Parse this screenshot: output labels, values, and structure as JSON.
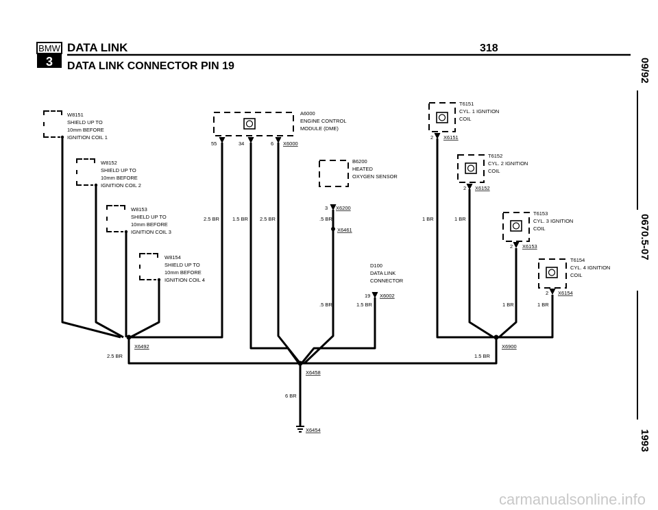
{
  "header": {
    "badge_top": "BMW",
    "badge_bottom": "3",
    "title": "DATA LINK",
    "page_number": "318",
    "subtitle": "DATA LINK CONNECTOR PIN 19"
  },
  "side_text": {
    "date": "09/92",
    "doc_code": "0670.5-07",
    "year": "1993"
  },
  "shields": {
    "w8151": [
      "W8151",
      "SHIELD UP TO",
      "10mm BEFORE",
      "IGNITION COIL 1"
    ],
    "w8152": [
      "W8152",
      "SHIELD UP TO",
      "10mm BEFORE",
      "IGNITION COIL 2"
    ],
    "w8153": [
      "W8153",
      "SHIELD UP TO",
      "10mm BEFORE",
      "IGNITION COIL 3"
    ],
    "w8154": [
      "W8154",
      "SHIELD UP TO",
      "10mm BEFORE",
      "IGNITION COIL 4"
    ]
  },
  "components": {
    "a6000": {
      "id": "A6000",
      "line1": "ENGINE CONTROL",
      "line2": "MODULE (DME)",
      "pin_55": "55",
      "pin_34": "34",
      "pin_6": "6",
      "connector": "X6000"
    },
    "b6200": {
      "id": "B6200",
      "line1": "HEATED",
      "line2": "OXYGEN SENSOR",
      "pin": "3",
      "connector": "X6200"
    },
    "d100": {
      "id": "D100",
      "line1": "DATA LINK",
      "line2": "CONNECTOR",
      "pin": "19",
      "connector": "X6002"
    },
    "t6151": {
      "id": "T6151",
      "line1": "CYL. 1 IGNITION",
      "line2": "COIL",
      "pin": "2",
      "connector": "X6151"
    },
    "t6152": {
      "id": "T6152",
      "line1": "CYL. 2 IGNITION",
      "line2": "COIL",
      "pin": "2",
      "connector": "X6152"
    },
    "t6153": {
      "id": "T6153",
      "line1": "CYL. 3 IGNITION",
      "line2": "COIL",
      "pin": "2",
      "connector": "X6153"
    },
    "t6154": {
      "id": "T6154",
      "line1": "CYL. 4 IGNITION",
      "line2": "COIL",
      "pin": "2",
      "connector": "X6154"
    }
  },
  "wires": {
    "w_25br_a": "2.5 BR",
    "w_15br_a": "1.5 BR",
    "w_25br_b": "2.5 BR",
    "w_5br_a": ".5 BR",
    "w_5br_b": ".5 BR",
    "w_15br_b": "1.5 BR",
    "w_1br_a": "1 BR",
    "w_1br_b": "1 BR",
    "w_1br_c": "1 BR",
    "w_1br_d": "1 BR",
    "w_25br_left": "2.5 BR",
    "w_15br_right": "1.5 BR",
    "w_6br": "6 BR"
  },
  "splices": {
    "x6461": "X6461",
    "x6492": "X6492",
    "x6458": "X6458",
    "x6900": "X6900",
    "ground": "X6454"
  },
  "watermark": "carmanualsonline.info"
}
